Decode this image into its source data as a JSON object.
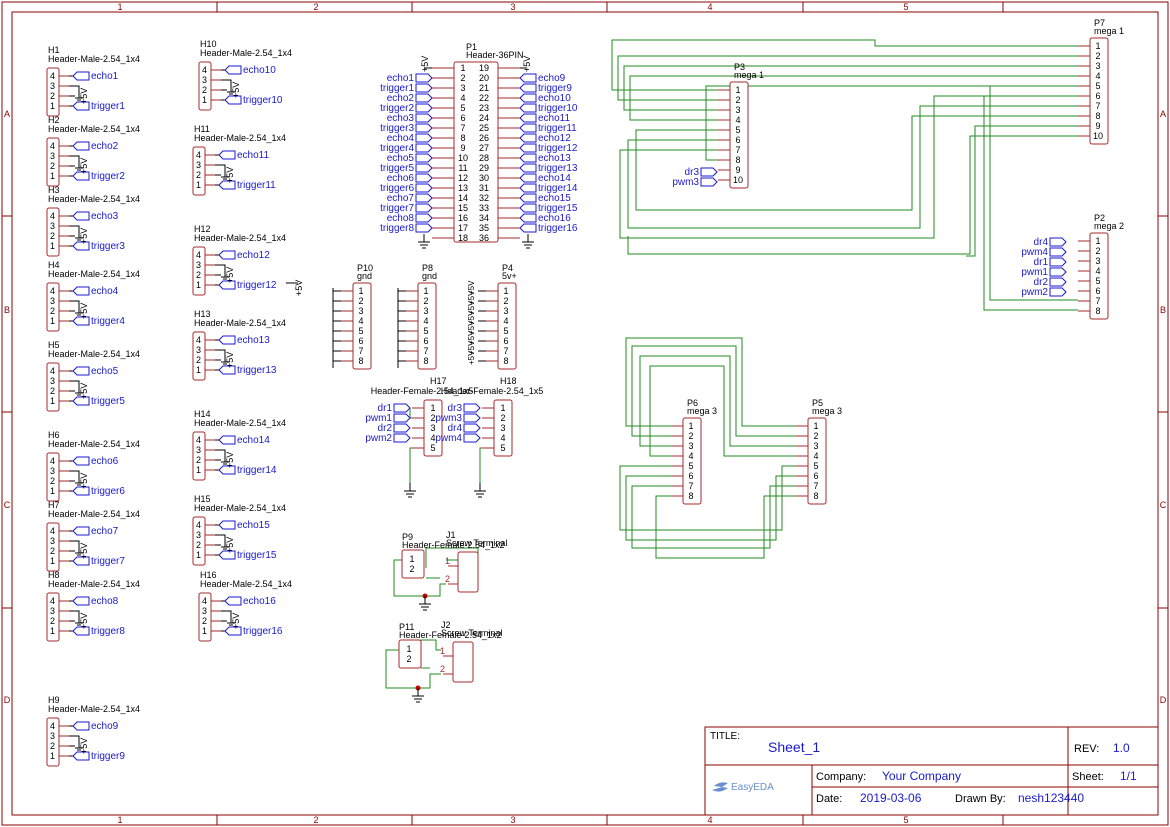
{
  "border": {
    "columns": [
      "1",
      "2",
      "3",
      "4",
      "5"
    ],
    "rows": [
      "A",
      "B",
      "C",
      "D"
    ]
  },
  "title_block": {
    "title_label": "TITLE:",
    "title": "Sheet_1",
    "rev_label": "REV:",
    "rev": "1.0",
    "company_label": "Company:",
    "company": "Your Company",
    "sheet_label": "Sheet:",
    "sheet": "1/1",
    "date_label": "Date:",
    "date": "2019-03-06",
    "drawn_label": "Drawn By:",
    "drawn_by": "nesh123440",
    "logo_text": "EasyEDA"
  },
  "colors": {
    "border": "#8b0000",
    "part": "#a52a2a",
    "net_label": "#1a1acc",
    "wire": "#228b22",
    "text": "#000000",
    "junction": "#cc0000"
  },
  "headers_left": [
    {
      "ref": "H1",
      "part": "Header-Male-2.54_1x4",
      "echo": "echo1",
      "trigger": "trigger1",
      "power": "+5V"
    },
    {
      "ref": "H2",
      "part": "Header-Male-2.54_1x4",
      "echo": "echo2",
      "trigger": "trigger2",
      "power": "+5V"
    },
    {
      "ref": "H3",
      "part": "Header-Male-2.54_1x4",
      "echo": "echo3",
      "trigger": "trigger3",
      "power": "+5V"
    },
    {
      "ref": "H4",
      "part": "Header-Male-2.54_1x4",
      "echo": "echo4",
      "trigger": "trigger4",
      "power": "+5V"
    },
    {
      "ref": "H5",
      "part": "Header-Male-2.54_1x4",
      "echo": "echo5",
      "trigger": "trigger5",
      "power": "+5V"
    },
    {
      "ref": "H6",
      "part": "Header-Male-2.54_1x4",
      "echo": "echo6",
      "trigger": "trigger6",
      "power": "+5V"
    },
    {
      "ref": "H7",
      "part": "Header-Male-2.54_1x4",
      "echo": "echo7",
      "trigger": "trigger7",
      "power": "+5V"
    },
    {
      "ref": "H8",
      "part": "Header-Male-2.54_1x4",
      "echo": "echo8",
      "trigger": "trigger8",
      "power": "+5V"
    },
    {
      "ref": "H9",
      "part": "Header-Male-2.54_1x4",
      "echo": "echo9",
      "trigger": "trigger9",
      "power": "+5V"
    }
  ],
  "headers_right": [
    {
      "ref": "H10",
      "part": "Header-Male-2.54_1x4",
      "echo": "echo10",
      "trigger": "trigger10",
      "power": "+5V"
    },
    {
      "ref": "H11",
      "part": "Header-Male-2.54_1x4",
      "echo": "echo11",
      "trigger": "trigger11",
      "power": "+5V"
    },
    {
      "ref": "H12",
      "part": "Header-Male-2.54_1x4",
      "echo": "echo12",
      "trigger": "trigger12",
      "power": "+5V"
    },
    {
      "ref": "H13",
      "part": "Header-Male-2.54_1x4",
      "echo": "echo13",
      "trigger": "trigger13",
      "power": "+5V"
    },
    {
      "ref": "H14",
      "part": "Header-Male-2.54_1x4",
      "echo": "echo14",
      "trigger": "trigger14",
      "power": "+5V"
    },
    {
      "ref": "H15",
      "part": "Header-Male-2.54_1x4",
      "echo": "echo15",
      "trigger": "trigger15",
      "power": "+5V"
    },
    {
      "ref": "H16",
      "part": "Header-Male-2.54_1x4",
      "echo": "echo16",
      "trigger": "trigger16",
      "power": "+5V"
    }
  ],
  "p1": {
    "ref": "P1",
    "part": "Header-36PIN",
    "power": "+5V",
    "left_pins": [
      "1",
      "2",
      "3",
      "4",
      "5",
      "6",
      "7",
      "8",
      "9",
      "10",
      "11",
      "12",
      "13",
      "14",
      "15",
      "16",
      "17",
      "18"
    ],
    "right_pins": [
      "19",
      "20",
      "21",
      "22",
      "23",
      "24",
      "25",
      "26",
      "27",
      "28",
      "29",
      "30",
      "31",
      "32",
      "33",
      "34",
      "35",
      "36"
    ],
    "left_nets": [
      "echo1",
      "trigger1",
      "echo2",
      "trigger2",
      "echo3",
      "trigger3",
      "echo4",
      "trigger4",
      "echo5",
      "trigger5",
      "echo6",
      "trigger6",
      "echo7",
      "trigger7",
      "echo8",
      "trigger8"
    ],
    "right_nets": [
      "echo9",
      "trigger9",
      "echo10",
      "trigger10",
      "echo11",
      "trigger11",
      "echo12",
      "trigger12",
      "echo13",
      "trigger13",
      "echo14",
      "trigger14",
      "echo15",
      "trigger15",
      "echo16",
      "trigger16"
    ]
  },
  "p10": {
    "ref": "P10",
    "part": "gnd",
    "pins": [
      "1",
      "2",
      "3",
      "4",
      "5",
      "6",
      "7",
      "8"
    ]
  },
  "p8": {
    "ref": "P8",
    "part": "gnd",
    "pins": [
      "1",
      "2",
      "3",
      "4",
      "5",
      "6",
      "7",
      "8"
    ]
  },
  "p4": {
    "ref": "P4",
    "part": "5v+",
    "pins": [
      "1",
      "2",
      "3",
      "4",
      "5",
      "6",
      "7",
      "8"
    ],
    "power": "+5V"
  },
  "h17": {
    "ref": "H17",
    "part": "Header-Female-2.54_1x5",
    "pins": [
      "1",
      "2",
      "3",
      "4",
      "5"
    ],
    "nets": [
      "dr1",
      "pwm1",
      "dr2",
      "pwm2"
    ]
  },
  "h18": {
    "ref": "H18",
    "part": "Header-Female-2.54_1x5",
    "pins": [
      "1",
      "2",
      "3",
      "4",
      "5"
    ],
    "nets": [
      "dr3",
      "pwm3",
      "dr4",
      "pwm4"
    ]
  },
  "p3": {
    "ref": "P3",
    "part": "mega 1",
    "pins": [
      "1",
      "2",
      "3",
      "4",
      "5",
      "6",
      "7",
      "8",
      "9",
      "10"
    ],
    "nets": [
      "dr3",
      "pwm3"
    ]
  },
  "p7": {
    "ref": "P7",
    "part": "mega 1",
    "pins": [
      "1",
      "2",
      "3",
      "4",
      "5",
      "6",
      "7",
      "8",
      "9",
      "10"
    ]
  },
  "p2": {
    "ref": "P2",
    "part": "mega 2",
    "pins": [
      "1",
      "2",
      "3",
      "4",
      "5",
      "6",
      "7",
      "8"
    ],
    "nets": [
      "dr4",
      "pwm4",
      "dr1",
      "pwm1",
      "dr2",
      "pwm2"
    ]
  },
  "p6": {
    "ref": "P6",
    "part": "mega 3",
    "pins": [
      "1",
      "2",
      "3",
      "4",
      "5",
      "6",
      "7",
      "8"
    ]
  },
  "p5": {
    "ref": "P5",
    "part": "mega 3",
    "pins": [
      "1",
      "2",
      "3",
      "4",
      "5",
      "6",
      "7",
      "8"
    ]
  },
  "p9": {
    "ref": "P9",
    "part": "Header-Female-2.54_1x2",
    "pins": [
      "1",
      "2"
    ]
  },
  "j1": {
    "ref": "J1",
    "part": "Screw Terminal",
    "pins": [
      "1",
      "2"
    ]
  },
  "p11": {
    "ref": "P11",
    "part": "Header-Female-2.54_1x2",
    "pins": [
      "1",
      "2"
    ]
  },
  "j2": {
    "ref": "J2",
    "part": "Screw Terminal",
    "pins": [
      "1",
      "2"
    ]
  },
  "standalone_power": "+5V"
}
